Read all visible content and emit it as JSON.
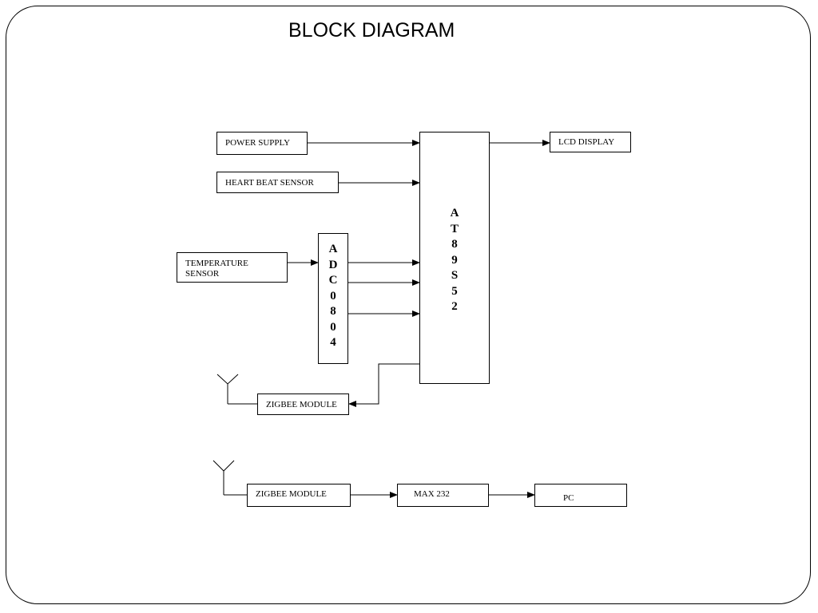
{
  "slide": {
    "title": "BLOCK DIAGRAM"
  },
  "blocks": {
    "power_supply": "POWER  SUPPLY",
    "heart_beat_sensor": "HEART BEAT SENSOR",
    "temperature_sensor_line1": "TEMPERATURE",
    "temperature_sensor_line2": "SENSOR",
    "adc": [
      "A",
      "D",
      "C",
      "0",
      "8",
      "0",
      "4"
    ],
    "mcu": [
      "A",
      "T",
      "8",
      "9",
      "S",
      "5",
      "2"
    ],
    "lcd_display": "LCD DISPLAY",
    "zigbee_module_tx": "ZIGBEE MODULE",
    "zigbee_module_rx": "ZIGBEE MODULE",
    "max232": "MAX 232",
    "pc": "PC"
  }
}
